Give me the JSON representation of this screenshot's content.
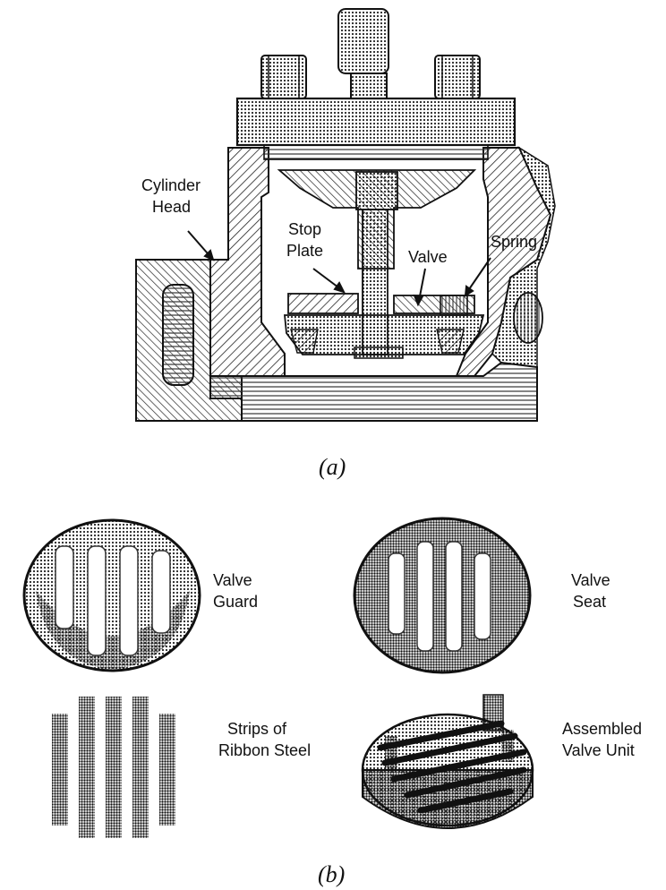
{
  "figure_a": {
    "caption": "(a)",
    "labels": {
      "cylinder_head": [
        "Cylinder",
        "Head"
      ],
      "stop_plate": [
        "Stop",
        "Plate"
      ],
      "valve": "Valve",
      "spring": "Spring"
    }
  },
  "figure_b": {
    "caption": "(b)",
    "labels": {
      "valve_guard": [
        "Valve",
        "Guard"
      ],
      "valve_seat": [
        "Valve",
        "Seat"
      ],
      "ribbon_strips": [
        "Strips of",
        "Ribbon Steel"
      ],
      "assembled_unit": [
        "Assembled",
        "Valve Unit"
      ]
    }
  },
  "colors": {
    "ink": "#111111",
    "paper": "#ffffff"
  }
}
